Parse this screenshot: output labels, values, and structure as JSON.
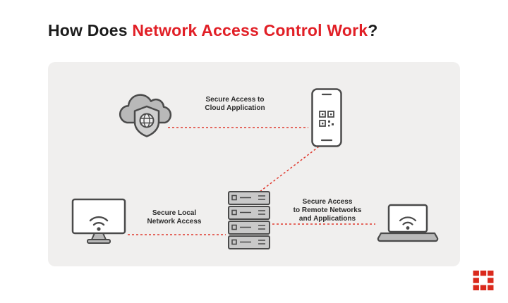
{
  "title": {
    "prefix": "How Does ",
    "highlight": "Network Access Control Work",
    "suffix": "?"
  },
  "colors": {
    "title_dark": "#1c1c1c",
    "accent_red": "#e11f26",
    "brand_red": "#da291c",
    "panel_bg": "#f0efee",
    "icon_gray": "#b9b9b9",
    "outline_dark": "#4a4a4a",
    "dotted_line_red": "#e03a2f"
  },
  "diagram": {
    "labels": {
      "cloud": [
        "Secure Access to",
        "Cloud Application"
      ],
      "local": [
        "Secure Local",
        "Network Access"
      ],
      "remote": [
        "Secure Access",
        "to Remote Networks",
        "and Applications"
      ]
    },
    "icons": {
      "cloud": "cloud-shield-globe-icon",
      "phone": "smartphone-qr-code-icon",
      "desktop": "desktop-monitor-wifi-icon",
      "server": "server-stack-icon",
      "laptop": "laptop-wifi-icon"
    },
    "connections": [
      "cloud-to-phone",
      "phone-to-server",
      "desktop-to-server",
      "server-to-laptop"
    ]
  },
  "footer": {
    "brand_logo": "fortinet-logo"
  }
}
